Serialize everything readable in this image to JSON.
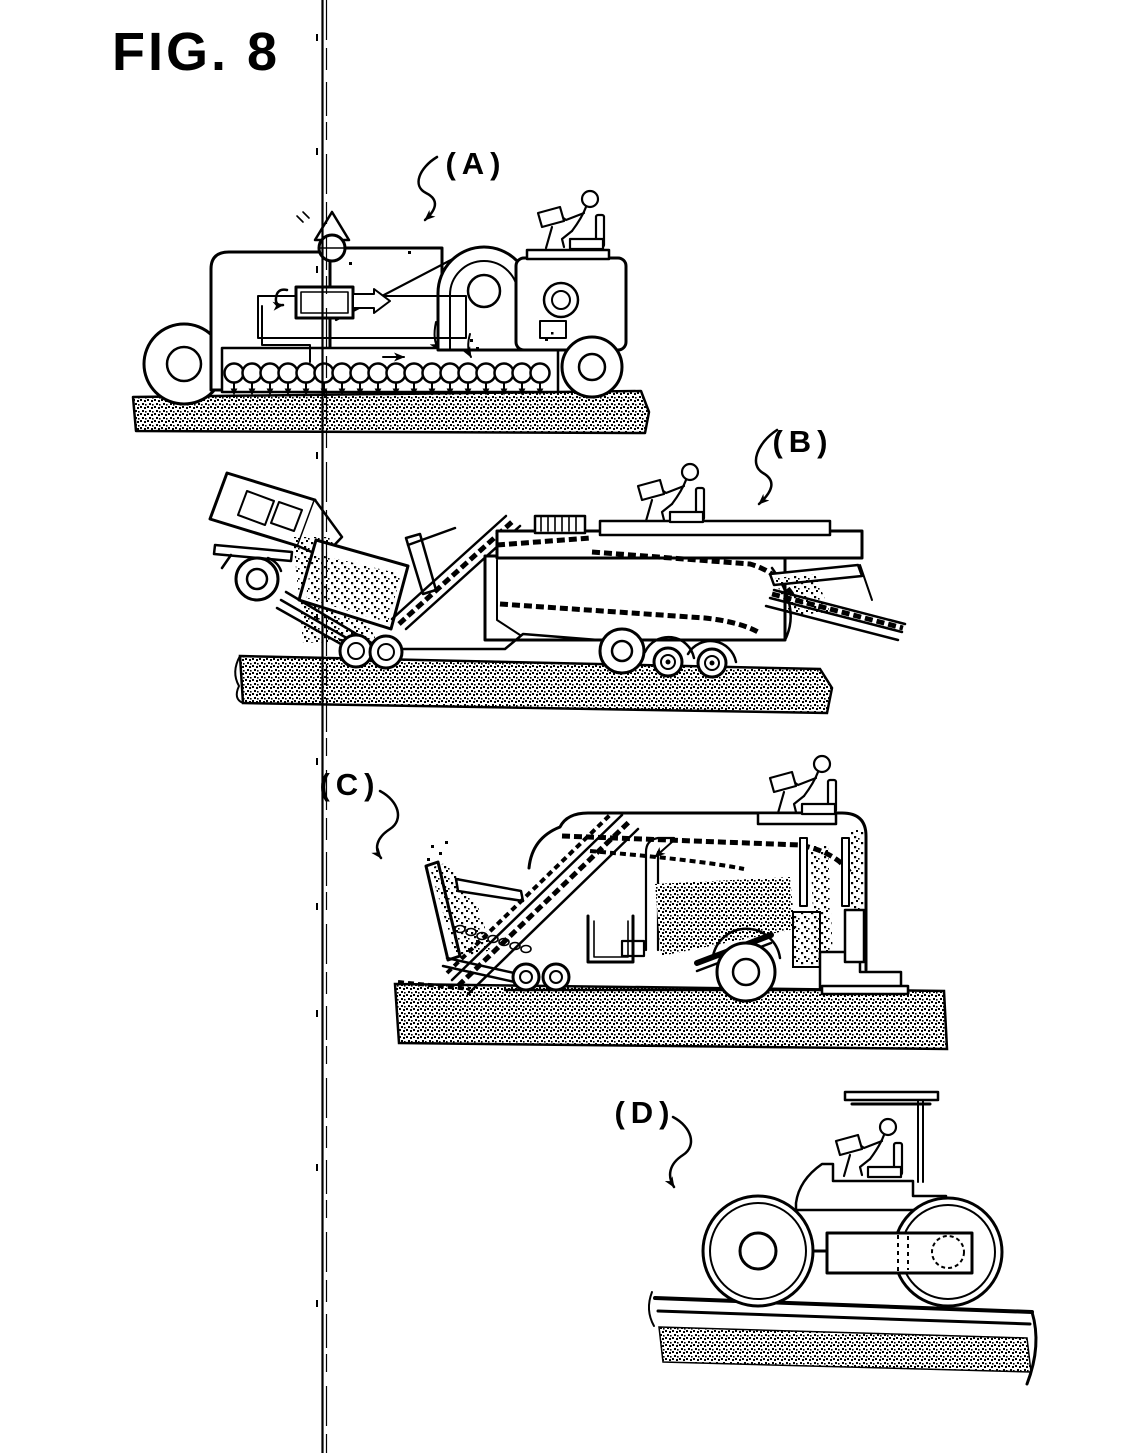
{
  "page": {
    "paper": "#ffffff",
    "ink": "#000000"
  },
  "figure": {
    "title": "FIG. 8"
  },
  "panels": [
    {
      "id": "A",
      "label": "(A)",
      "machine": "soil-stabilizer-spray-mixer"
    },
    {
      "id": "B",
      "label": "(B)",
      "machine": "material-transfer-machine-with-dump-truck"
    },
    {
      "id": "C",
      "label": "(C)",
      "machine": "asphalt-finisher-paver"
    },
    {
      "id": "D",
      "label": "(D)",
      "machine": "tandem-road-roller"
    }
  ]
}
